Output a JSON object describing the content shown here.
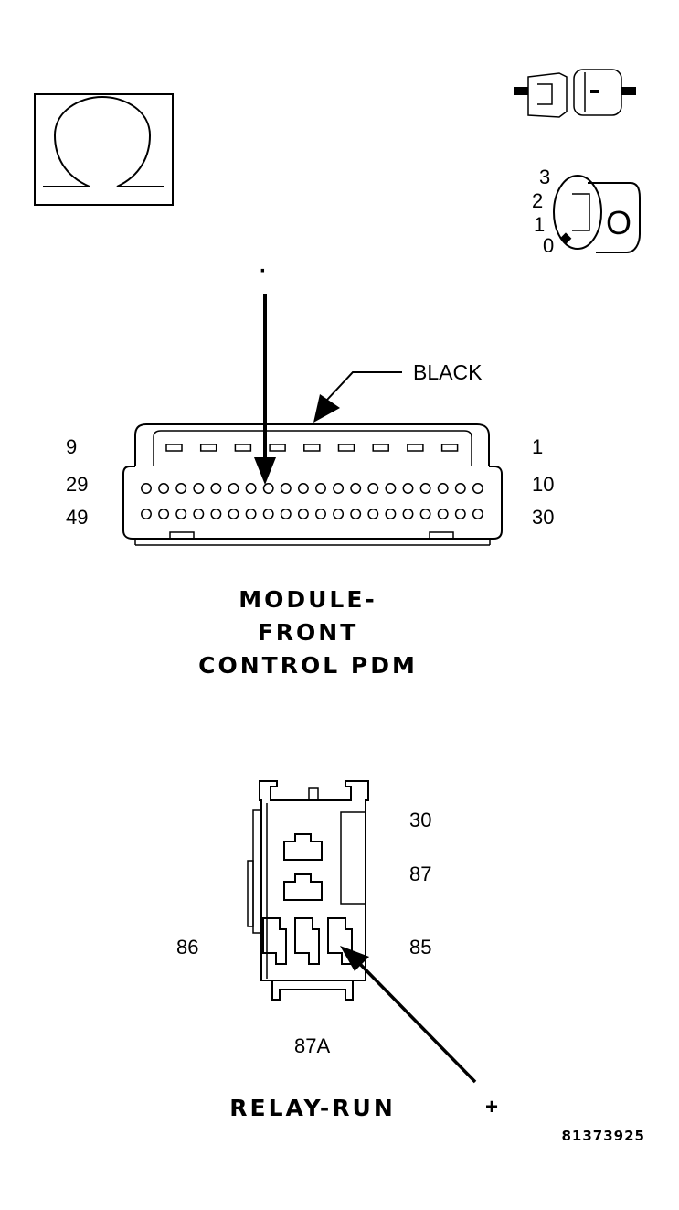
{
  "symbols": {
    "ohmmeter": "omega-icon",
    "connector_disconnect": "connector-disconnect-icon",
    "ignition_key": "ignition-key-icon"
  },
  "ignition_positions": [
    "3",
    "2",
    "1",
    "0"
  ],
  "ignition_key_letter": "O",
  "probe_marker": "·",
  "module_connector": {
    "color_label": "BLACK",
    "left_pin_labels": [
      "9",
      "29",
      "49"
    ],
    "right_pin_labels": [
      "1",
      "10",
      "30"
    ],
    "title_lines": [
      "MODULE-",
      "FRONT",
      "CONTROL PDM"
    ]
  },
  "relay": {
    "pin_labels": {
      "p30": "30",
      "p87": "87",
      "p86": "86",
      "p85": "85",
      "p87a": "87A"
    },
    "title": "RELAY-RUN",
    "polarity": "+"
  },
  "figure_id": "81373925"
}
